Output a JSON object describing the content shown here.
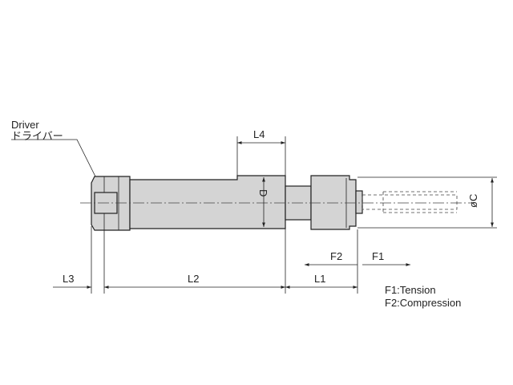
{
  "labels": {
    "driver_en": "Driver",
    "driver_jp": "ドライバー",
    "L4": "L4",
    "D": "D",
    "oC": "øC",
    "F2": "F2",
    "F1": "F1",
    "L3": "L3",
    "L2": "L2",
    "L1": "L1"
  },
  "notes": {
    "line1": "F1:Tension",
    "line2": "F2:Compression"
  }
}
